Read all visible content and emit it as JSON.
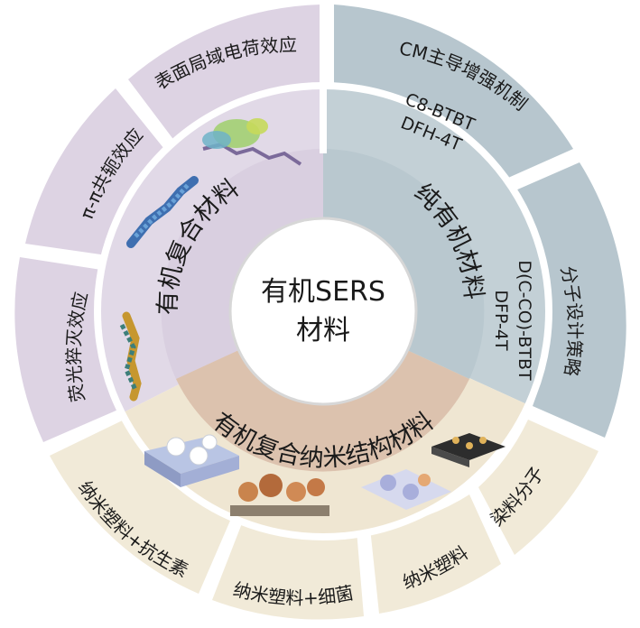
{
  "center": {
    "line1": "有机SERS",
    "line2": "材料"
  },
  "sectors": {
    "composite": {
      "title": "有机复合材料",
      "color": "#e1d9e7",
      "outer_color": "#ddd3e3"
    },
    "pure": {
      "title": "纯有机材料",
      "color": "#c3d0d6",
      "outer_color": "#b7c6ce"
    },
    "nano": {
      "title": "有机复合纳米结构材料",
      "color": "#efe6d2",
      "outer_color": "#f1ead8",
      "title_band_color": "#dcc2ae"
    }
  },
  "outer_labels": {
    "fluorescence": "荧光猝灭效应",
    "pi_pi": "π-π共轭效应",
    "surface": "表面局域电荷效应",
    "cm": "CM主导增强机制",
    "molecule_design": "分子设计策略",
    "dye": "染料分子",
    "nanoplastic": "纳米塑料",
    "nanoplastic_bacteria": "纳米塑料+细菌",
    "nanoplastic_antibiotic": "纳米塑料+抗生素"
  },
  "pure_molecules": {
    "top": [
      "C8-BTBT",
      "DFH-4T"
    ],
    "right": [
      "D(C-CO)-BTBT",
      "DFP-4T"
    ]
  },
  "icons": {
    "molecule_chain_1": "molecular-chain-icon",
    "molecule_chain_2": "helix-molecule-icon",
    "molecule_chain_3": "helix-molecule-icon",
    "nano_1": "nanosphere-array-icon",
    "nano_2": "nanoparticle-cluster-icon",
    "nano_3": "nanostructure-film-icon",
    "nano_4": "nanopillar-substrate-icon"
  }
}
